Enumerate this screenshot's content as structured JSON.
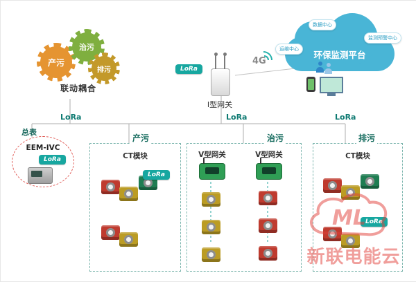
{
  "colors": {
    "teal": "#17a7a0",
    "cloud_blue": "#49b5d6",
    "watermark_red": "#e2403a"
  },
  "gears": {
    "gear1": "产污",
    "gear2": "治污",
    "gear3": "排污",
    "caption": "联动耦合"
  },
  "gateway": {
    "label": "I型网关",
    "lora_badge": "LoRa",
    "network_badge": "4G"
  },
  "cloud": {
    "title": "环保监测平台",
    "node_top": "数据中心",
    "node_left": "运维中心",
    "node_right": "监测预警中心"
  },
  "bus": {
    "lora_left": "LoRa",
    "lora_mid": "LoRa",
    "lora_right": "LoRa"
  },
  "meter": {
    "title": "总表",
    "model": "EEM-IVC",
    "lora_badge": "LoRa"
  },
  "zones": {
    "produce": {
      "title": "产污",
      "module_label": "CT模块",
      "lora_badge": "LoRa"
    },
    "treat": {
      "title": "治污",
      "gateway_left_label": "V型网关",
      "gateway_right_label": "V型网关"
    },
    "discharge": {
      "title": "排污",
      "module_label": "CT模块",
      "lora_badge": "LoRa"
    }
  },
  "watermark": {
    "logo_text": "ML",
    "brand": "新联电能云"
  }
}
